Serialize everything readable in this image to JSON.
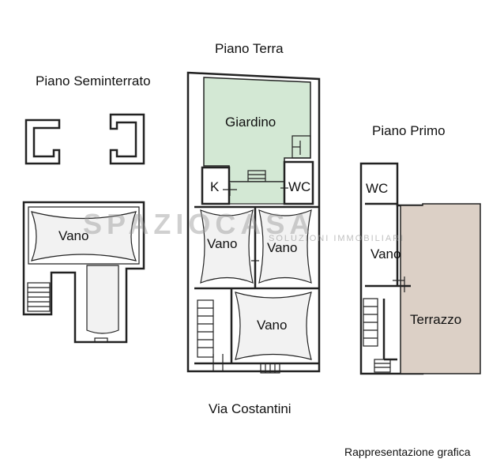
{
  "floors": {
    "seminterrato": "Piano Seminterrato",
    "terra": "Piano Terra",
    "primo": "Piano Primo"
  },
  "rooms": {
    "giardino": "Giardino",
    "kitchen": "K",
    "wc_terra": "WC",
    "vano_sem": "Vano",
    "vano_terra_left": "Vano",
    "vano_terra_right": "Vano",
    "vano_terra_bottom": "Vano",
    "wc_primo": "WC",
    "vano_primo": "Vano",
    "terrazzo": "Terrazzo"
  },
  "street": "Via Costantini",
  "caption": "Rappresentazione grafica",
  "watermark": {
    "brand": "SPAZIOCASA",
    "tagline": "SOLUZIONI IMMOBILIARI",
    "accent_color": "#e05a2a"
  },
  "colors": {
    "garden": "#d3e8d4",
    "terrace": "#dcd0c6",
    "wall": "#222222"
  }
}
